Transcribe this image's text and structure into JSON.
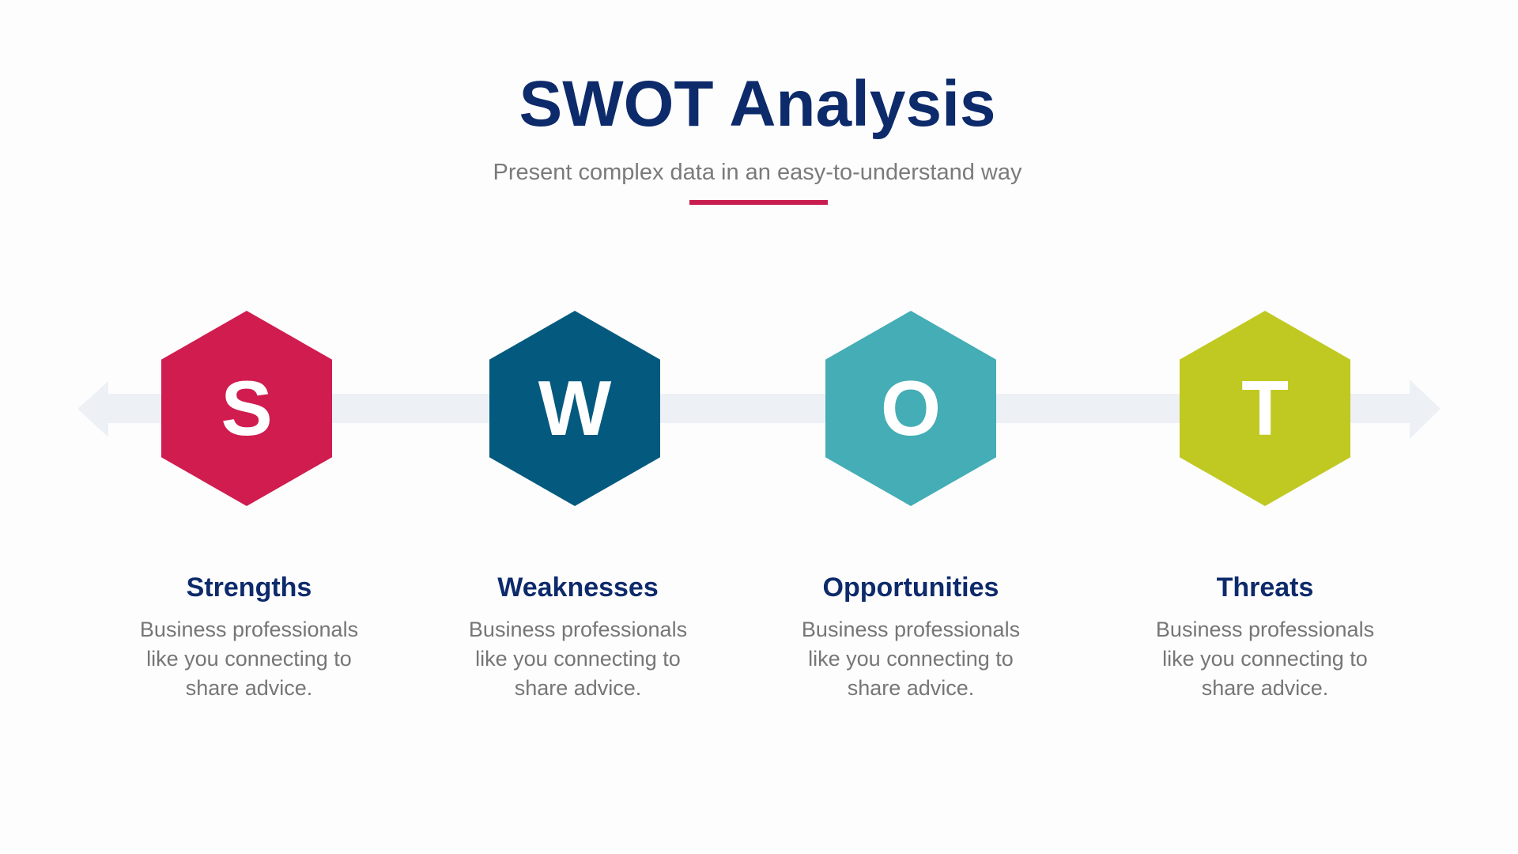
{
  "header": {
    "title": "SWOT Analysis",
    "subtitle": "Present complex data in an easy-to-understand way"
  },
  "colors": {
    "title": "#0d2a6b",
    "accent_underline": "#c81d4f",
    "arrow": "#edf1f6",
    "body_text": "#767676"
  },
  "items": [
    {
      "letter": "S",
      "title": "Strengths",
      "color": "#d01c4e",
      "description_lines": [
        "Business professionals",
        "like you connecting to",
        "share advice."
      ]
    },
    {
      "letter": "W",
      "title": "Weaknesses",
      "color": "#045a7e",
      "description_lines": [
        "Business professionals",
        "like you connecting to",
        "share advice."
      ]
    },
    {
      "letter": "O",
      "title": "Opportunities",
      "color": "#44adb5",
      "description_lines": [
        "Business professionals",
        "like you connecting to",
        "share advice."
      ]
    },
    {
      "letter": "T",
      "title": "Threats",
      "color": "#c0c922",
      "description_lines": [
        "Business professionals",
        "like you connecting to",
        "share advice."
      ]
    }
  ]
}
